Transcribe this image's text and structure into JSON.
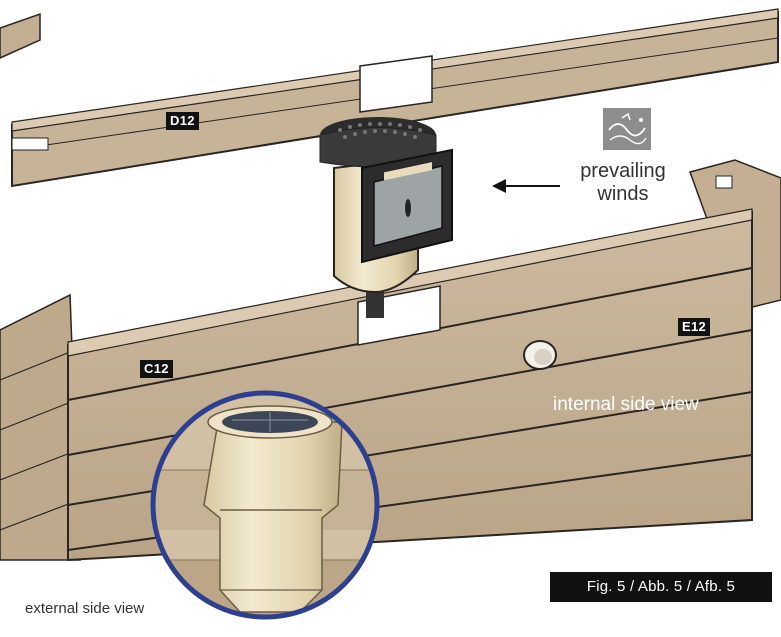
{
  "panel_labels": {
    "d12": "D12",
    "c12": "C12",
    "e12": "E12"
  },
  "wind_label": {
    "line1": "prevailing",
    "line2": "winds"
  },
  "views": {
    "internal": "internal side view",
    "external": "external side view"
  },
  "figure_caption": "Fig. 5 / Abb. 5 / Afb. 5",
  "colors": {
    "wood": "#c8b49a",
    "wood_dark": "#a8937a",
    "plank_line": "#2a2520",
    "skimmer_body": "#e9dcbc",
    "magnifier_ring": "#2e3f8f",
    "label_bg": "#111111"
  },
  "icons": {
    "wind": "wind-icon",
    "arrow": "arrow-left-icon"
  }
}
